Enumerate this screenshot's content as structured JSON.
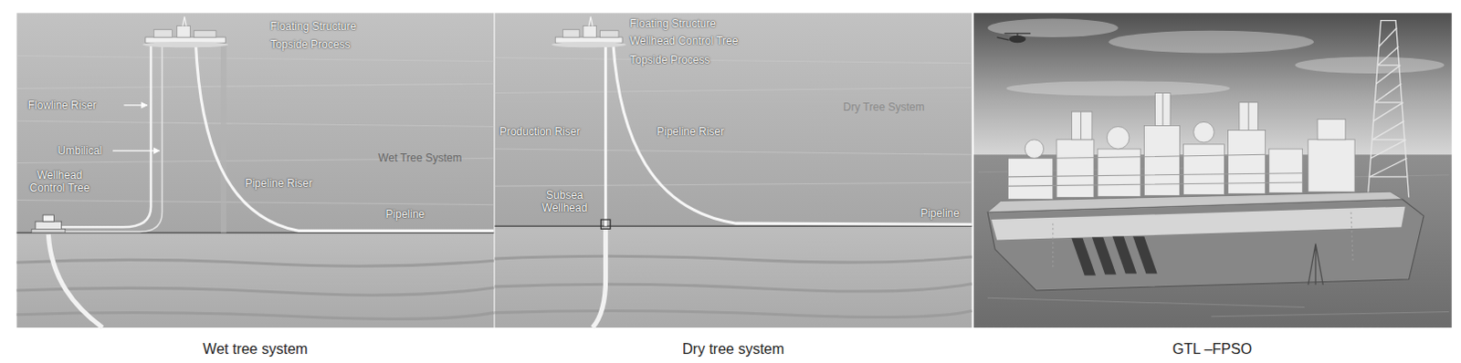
{
  "diagram": {
    "labels": [
      "Floating Structure",
      "Topside Process",
      "Flowline Riser",
      "Umbilical",
      "Wellhead Control Tree",
      "Pipeline Riser",
      "Pipeline",
      "Wet Tree System",
      "Floating Structure",
      "Wellhead Control Tree",
      "Topside Process",
      "Production Riser",
      "Pipeline Riser",
      "Subsea Wellhead",
      "Pipeline",
      "Dry Tree System",
      "Wet tree system",
      "Dry tree system",
      "GTL –FPSO"
    ]
  }
}
